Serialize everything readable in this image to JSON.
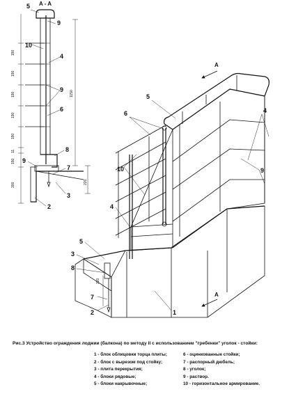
{
  "section_mark": "A - A",
  "direction_label": "A",
  "dimensions": [
    "190",
    "190",
    "190",
    "190",
    "190",
    "11",
    "150",
    "300",
    "220",
    "1150",
    "220"
  ],
  "callouts": [
    "1",
    "2",
    "3",
    "4",
    "5",
    "6",
    "7",
    "8",
    "9",
    "10"
  ],
  "caption": "Рис.3   Устройство ограждения лоджии (балкона) по методу II с использованием \"гребенки\" уголок - стойки:",
  "legend": [
    {
      "num": "1",
      "text": "блок облицовки торца плиты;"
    },
    {
      "num": "2",
      "text": "блок с вырезом под стойку;"
    },
    {
      "num": "3",
      "text": "плита перекрытия;"
    },
    {
      "num": "4",
      "text": "блоки рядовые;"
    },
    {
      "num": "5",
      "text": "блоки накрывочные;"
    },
    {
      "num": "6",
      "text": "оцинкованные стойки;"
    },
    {
      "num": "7",
      "text": "распорный дюбель;"
    },
    {
      "num": "8",
      "text": "уголок;"
    },
    {
      "num": "9",
      "text": "раствор."
    },
    {
      "num": "10",
      "text": "горизонтальное армирование."
    }
  ]
}
